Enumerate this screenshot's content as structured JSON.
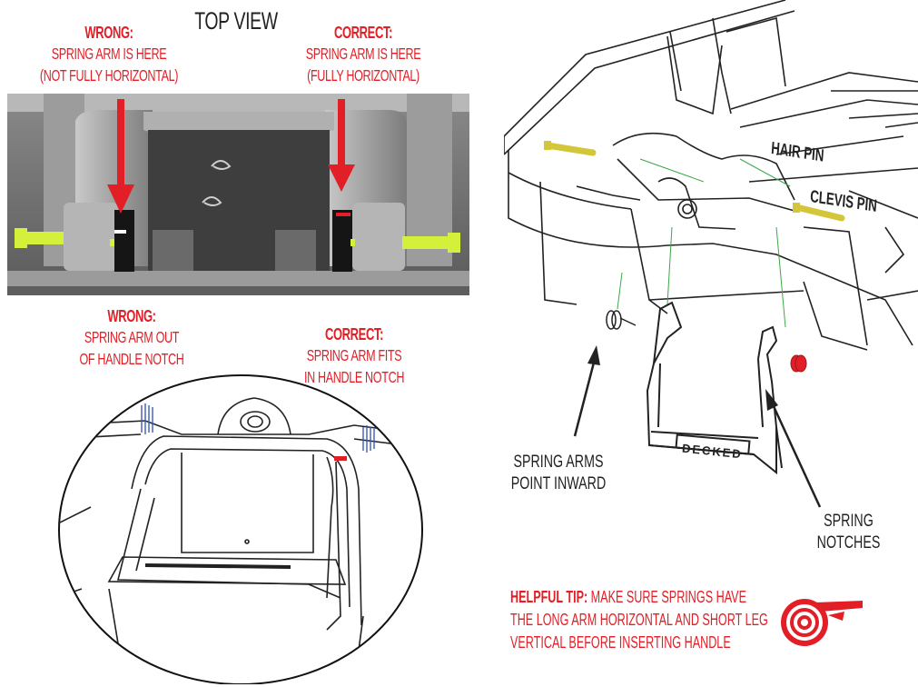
{
  "top_view": {
    "title": "TOP VIEW",
    "wrong": {
      "heading": "WRONG:",
      "line1": "SPRING ARM IS HERE",
      "line2": "(NOT FULLY HORIZONTAL)"
    },
    "correct": {
      "heading": "CORRECT:",
      "line1": "SPRING ARM IS HERE",
      "line2": "(FULLY HORIZONTAL)"
    }
  },
  "notch_view": {
    "wrong": {
      "heading": "WRONG:",
      "line1": "SPRING ARM OUT",
      "line2": "OF HANDLE NOTCH"
    },
    "correct": {
      "heading": "CORRECT:",
      "line1": "SPRING ARM FITS",
      "line2": "IN HANDLE NOTCH"
    }
  },
  "exploded_view": {
    "hair_pin": "HAIR PIN",
    "clevis_pin": "CLEVIS PIN",
    "spring_arms": {
      "line1": "SPRING ARMS",
      "line2": "POINT INWARD"
    },
    "spring_notches": {
      "line1": "SPRING",
      "line2": "NOTCHES"
    },
    "handle_brand": "DECKED"
  },
  "tip": {
    "label": "HELPFUL TIP:",
    "line1_rest": " MAKE SURE SPRINGS HAVE",
    "line2": "THE LONG ARM HORIZONTAL AND SHORT LEG",
    "line3": "VERTICAL BEFORE INSERTING HANDLE"
  },
  "colors": {
    "accent_red": "#e21f26",
    "pin_yellow": "#d4f03a",
    "line_green": "#3aa84a"
  }
}
